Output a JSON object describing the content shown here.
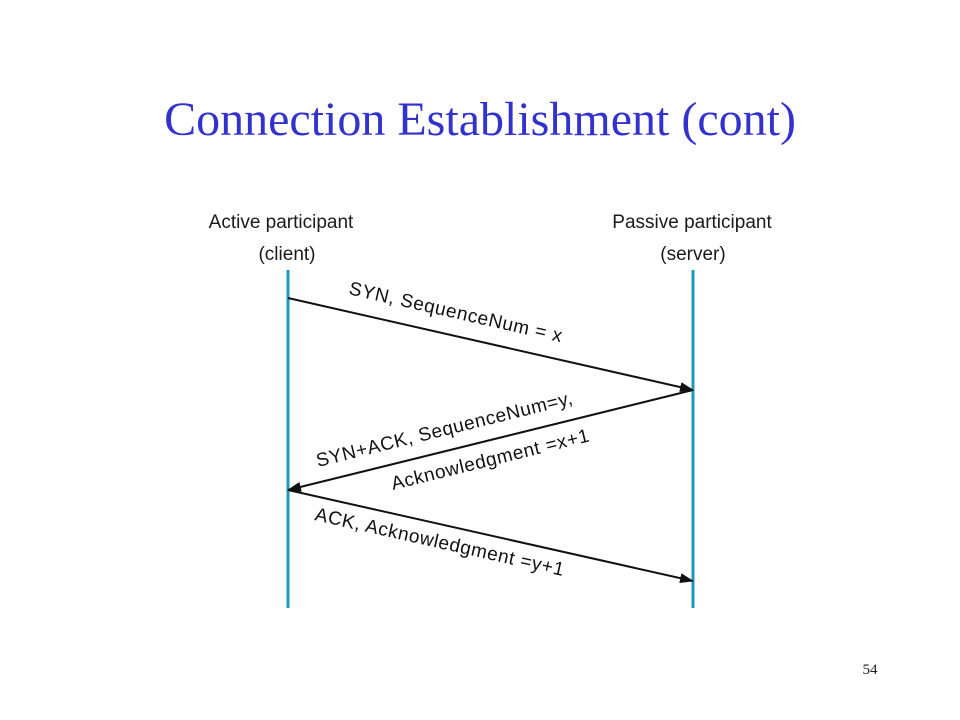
{
  "slide": {
    "title": "Connection Establishment (cont)",
    "page_number": "54"
  },
  "diagram": {
    "client": {
      "line1": "Active participant",
      "line2": "(client)"
    },
    "server": {
      "line1": "Passive participant",
      "line2": "(server)"
    },
    "messages": [
      {
        "direction": "client-to-server",
        "text": "SYN, SequenceNum = x"
      },
      {
        "direction": "server-to-client",
        "text": "SYN+ACK, SequenceNum=y,",
        "text2": "Acknowledgment =x+1"
      },
      {
        "direction": "client-to-server",
        "text": "ACK, Acknowledgment =y+1"
      }
    ],
    "colors": {
      "lifeline": "#1a9bc4",
      "arrow": "#111111",
      "title": "#3333cc"
    }
  }
}
